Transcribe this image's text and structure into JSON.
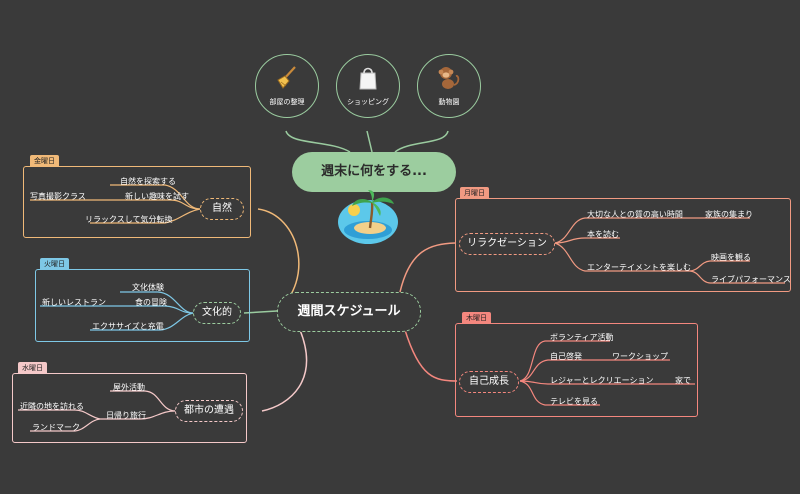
{
  "central": {
    "title": "週間スケジュール"
  },
  "weekend": {
    "title": "週末に何をする...",
    "items": [
      {
        "label": "部屋の整理",
        "icon": "broom-icon"
      },
      {
        "label": "ショッピング",
        "icon": "shopping-bag-icon"
      },
      {
        "label": "動物園",
        "icon": "monkey-icon"
      }
    ],
    "illustration": "island-icon"
  },
  "branches": {
    "friday": {
      "day": "金曜日",
      "node": "自然",
      "color": "#f0b978",
      "children": [
        "自然を探索する",
        "新しい趣味を試す",
        "写真撮影クラス",
        "リラックスして気分転換"
      ]
    },
    "tuesday": {
      "day": "火曜日",
      "node": "文化的",
      "color": "#7ec8e6",
      "children": [
        "文化体験",
        "食の冒険",
        "新しいレストラン",
        "エクササイズと充電"
      ]
    },
    "wednesday": {
      "day": "水曜日",
      "node": "都市の遭遇",
      "color": "#f5c9c9",
      "children": [
        "屋外活動",
        "日帰り旅行",
        "近隣の地を訪れる",
        "ランドマーク"
      ]
    },
    "monday": {
      "day": "月曜日",
      "node": "リラクゼーション",
      "color": "#f19a82",
      "children": [
        "大切な人との質の高い時間",
        "家族の集まり",
        "本を読む",
        "エンターテイメントを楽しむ",
        "映画を観る",
        "ライブパフォーマンス"
      ]
    },
    "thursday": {
      "day": "木曜日",
      "node": "自己成長",
      "color": "#f4877e",
      "children": [
        "ボランティア活動",
        "自己啓発",
        "ワークショップ",
        "レジャーとレクリエーション",
        "家で",
        "テレビを見る"
      ]
    }
  },
  "colors": {
    "weekend": "#9ccd9f",
    "background": "#3a3a3a"
  }
}
